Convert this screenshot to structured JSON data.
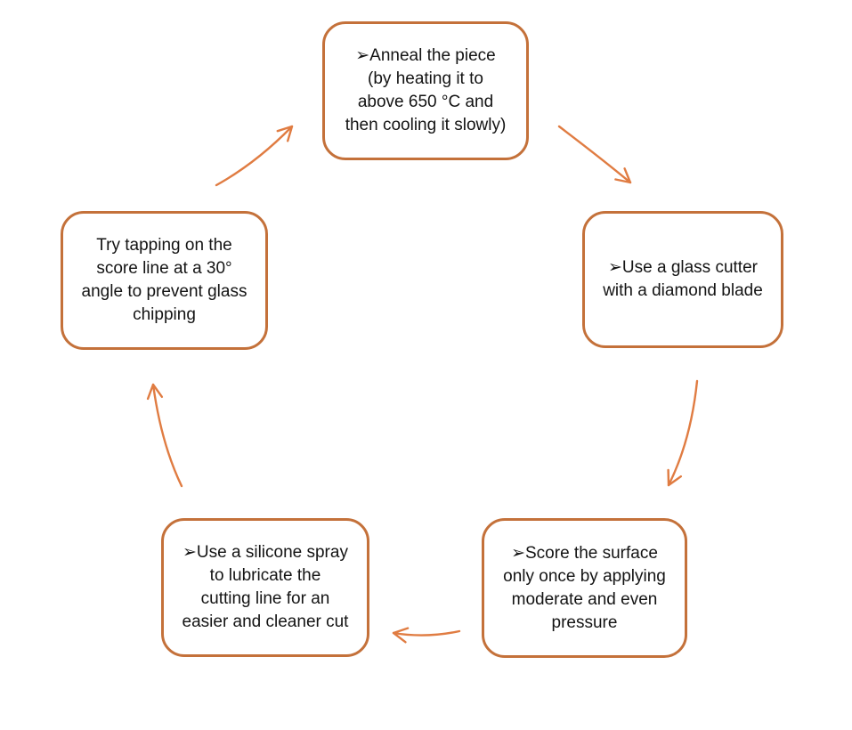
{
  "diagram": {
    "type": "cycle",
    "colors": {
      "box_border": "#C4713A",
      "arrow": "#E07C42",
      "text": "#141414",
      "background": "#FFFFFF"
    },
    "nodes": [
      {
        "id": "anneal",
        "position": "top",
        "text": "➢Anneal the piece\n(by heating it to\nabove 650 °C and\nthen cooling it slowly)"
      },
      {
        "id": "glass-cutter",
        "position": "right",
        "text": "➢Use a glass cutter\nwith a diamond blade"
      },
      {
        "id": "score-surface",
        "position": "bottom-right",
        "text": "➢Score the surface\nonly once by applying\nmoderate and even\npressure"
      },
      {
        "id": "silicone-spray",
        "position": "bottom-left",
        "text": "➢Use a silicone spray\nto lubricate the\ncutting line for an\neasier and cleaner cut"
      },
      {
        "id": "tap-score-line",
        "position": "left",
        "text": "Try tapping on the\nscore line at a 30°\nangle to prevent glass\nchipping"
      }
    ],
    "arrows": [
      {
        "name": "arrow-anneal-to-glass-cutter",
        "from": "anneal",
        "to": "glass-cutter"
      },
      {
        "name": "arrow-glass-cutter-to-score-surface",
        "from": "glass-cutter",
        "to": "score-surface"
      },
      {
        "name": "arrow-score-surface-to-silicone-spray",
        "from": "score-surface",
        "to": "silicone-spray"
      },
      {
        "name": "arrow-silicone-spray-to-tap-score-line",
        "from": "silicone-spray",
        "to": "tap-score-line"
      },
      {
        "name": "arrow-tap-score-line-to-anneal",
        "from": "tap-score-line",
        "to": "anneal"
      }
    ]
  }
}
